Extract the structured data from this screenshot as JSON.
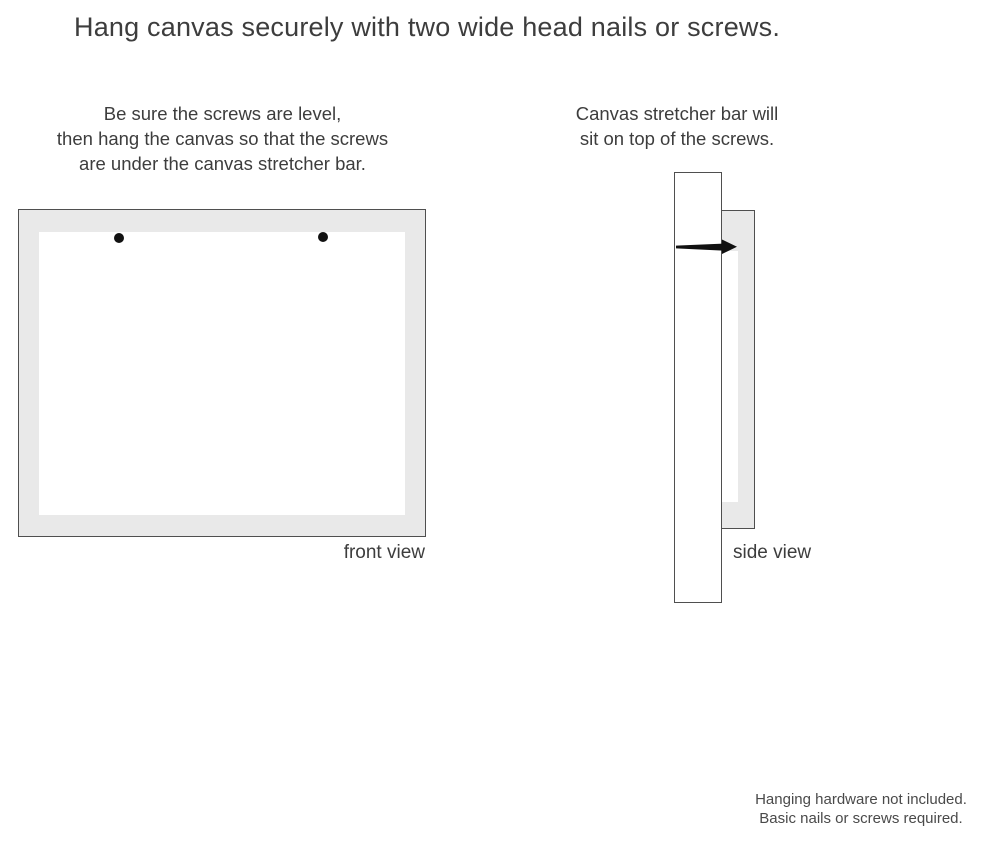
{
  "page": {
    "title": "Hang canvas securely with two wide head nails or screws."
  },
  "colors": {
    "background": "#ffffff",
    "text": "#3d3d3d",
    "note_text": "#4a4a4a",
    "canvas_fill": "#e9e9e9",
    "outline": "#4f4f4f",
    "nail": "#111111",
    "screw_dot": "#111111"
  },
  "front_section": {
    "instruction_lines": [
      "Be sure the screws are level,",
      "then hang the canvas so that the screws",
      "are under the canvas stretcher bar."
    ],
    "label": "front view",
    "screw_count": 2
  },
  "side_section": {
    "instruction_lines": [
      "Canvas stretcher bar will",
      "sit on top of the screws."
    ],
    "label": "side view"
  },
  "footer": {
    "note_lines": [
      "Hanging hardware not included.",
      "Basic nails or screws required."
    ]
  },
  "icons": {
    "screw": "filled-black-dot",
    "nail": "nail-side-profile-with-flat-head"
  }
}
